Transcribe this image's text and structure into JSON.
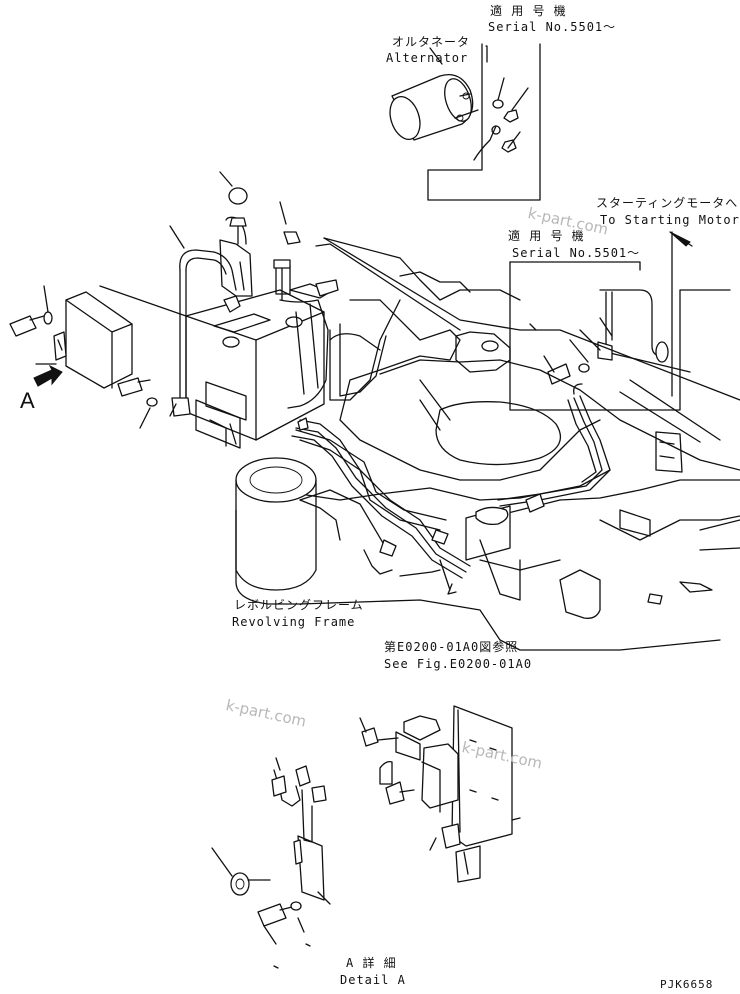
{
  "labels": {
    "serial_top_jp": "適 用 号 機",
    "serial_top_en": "Serial No.5501〜",
    "alternator_jp": "オルタネータ",
    "alternator_en": "Alternator",
    "starting_motor_jp": "スターティングモータへ",
    "starting_motor_en": "To Starting Motor",
    "serial_mid_jp": "適 用 号 機",
    "serial_mid_en": "Serial No.5501〜",
    "view_a": "A",
    "revolving_frame_jp": "レボルビングフレーム",
    "revolving_frame_en": "Revolving Frame",
    "see_fig_jp": "第E0200-01A0図参照",
    "see_fig_en": "See Fig.E0200-01A0",
    "detail_jp": "A 詳 細",
    "detail_en": "Detail A",
    "drawing_code": "PJK6658"
  },
  "watermarks": [
    "k-part.com",
    "k-part.com",
    "k-part.com"
  ],
  "icons": {
    "view_arrow": "direction-arrow-icon",
    "starting_motor_arrow": "pointer-arrow-icon"
  }
}
